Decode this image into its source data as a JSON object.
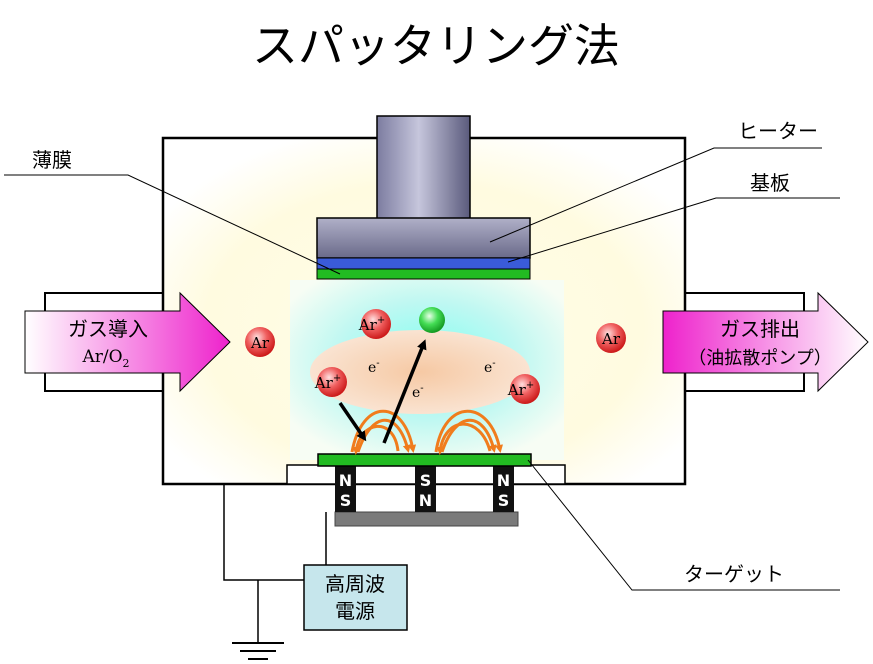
{
  "title": "スパッタリング法",
  "labels": {
    "thin_film": "薄膜",
    "heater": "ヒーター",
    "substrate": "基板",
    "target": "ターゲット"
  },
  "gas_inlet": {
    "label": "ガス導入",
    "formula_main": "Ar/O",
    "formula_sub": "2"
  },
  "gas_outlet": {
    "label": "ガス排出",
    "pump": "（油拡散ポンプ）"
  },
  "power_supply": {
    "line1": "高周波",
    "line2": "電源"
  },
  "ions": {
    "ar": "Ar",
    "ar_plus_main": "Ar",
    "ar_plus_sup": "+"
  },
  "electrons": {
    "main": "e",
    "sup": "-"
  },
  "magnets": [
    {
      "top": "N",
      "bottom": "S"
    },
    {
      "top": "S",
      "bottom": "N"
    },
    {
      "top": "N",
      "bottom": "S"
    }
  ],
  "colors": {
    "heater_body": "#7a7a9c",
    "substrate": "#3a5bd9",
    "thin_film": "#22bb22",
    "target": "#22bb22",
    "plasma_glow": "#7fffee",
    "electron_cloud": "#f8d7b8",
    "ion": "#dd2a2a",
    "sputtered_atom": "#22cc44",
    "arc": "#f07c1c",
    "gas_in_arrow": "#ee22cc",
    "power_box": "#c6e6ec"
  }
}
